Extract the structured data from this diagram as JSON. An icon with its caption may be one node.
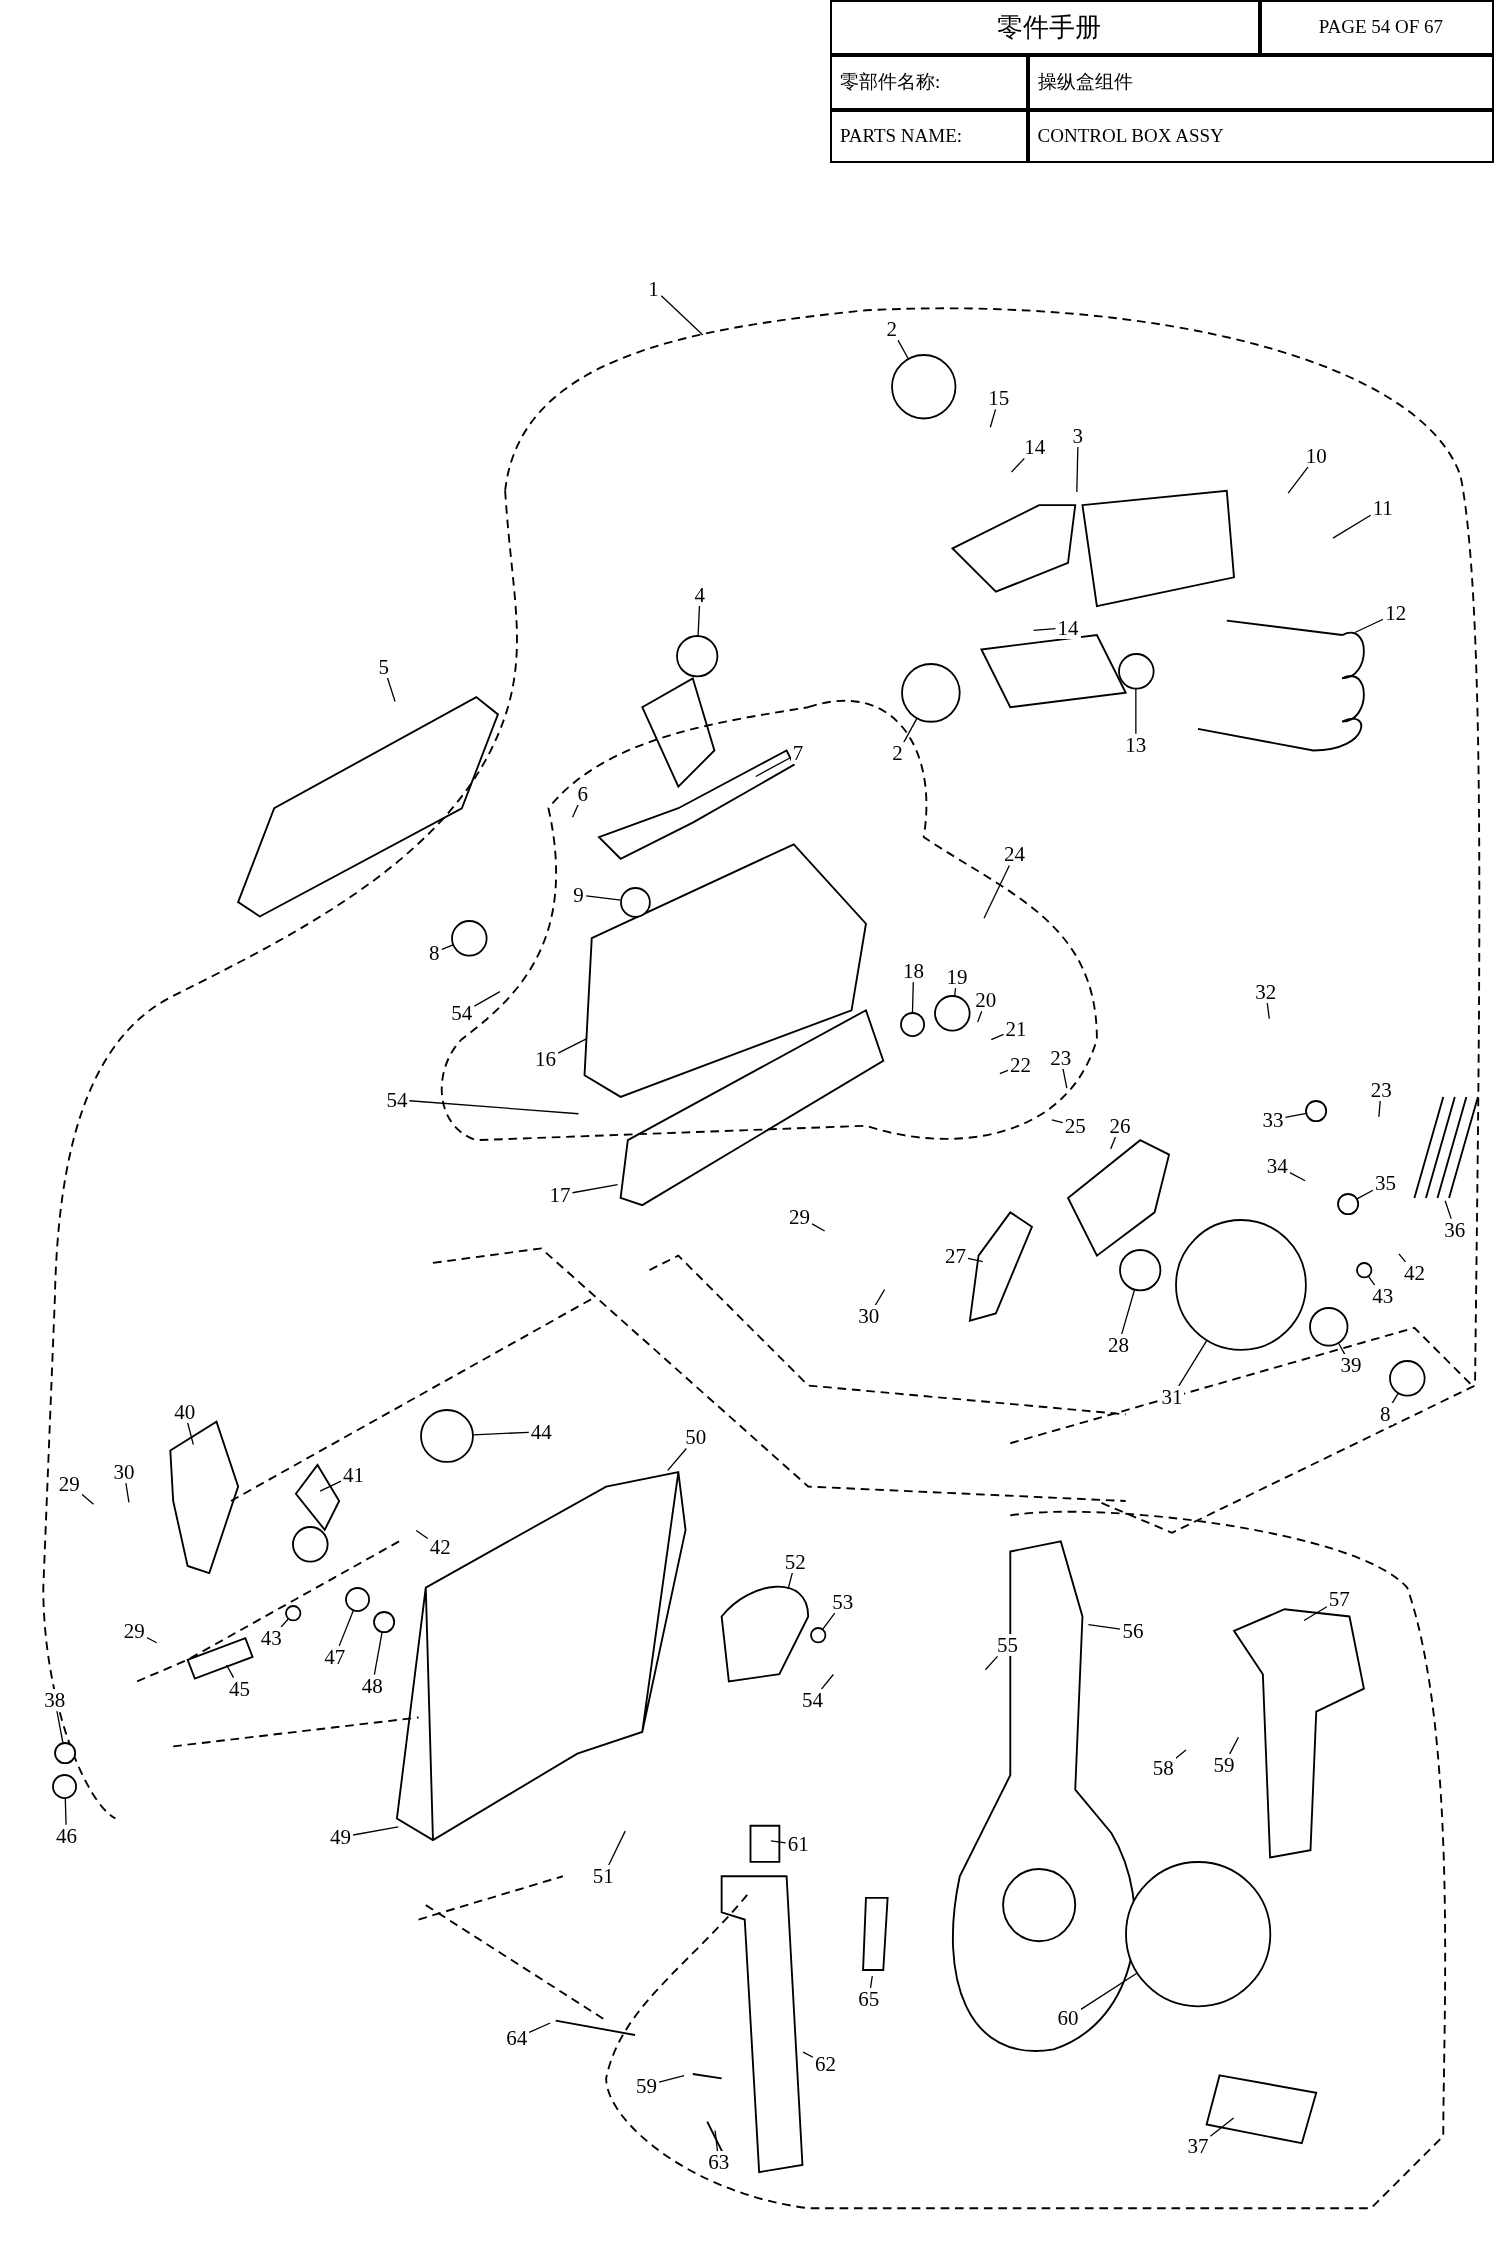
{
  "diagram": {
    "nodes": [
      {
        "text": [
          "1"
        ]
      },
      {
        "text": [
          "2"
        ]
      },
      {
        "text": [
          "15"
        ]
      },
      {
        "text": [
          "14"
        ]
      },
      {
        "text": [
          "3"
        ]
      },
      {
        "text": [
          "10"
        ]
      },
      {
        "text": [
          "11"
        ]
      },
      {
        "text": [
          "4"
        ]
      },
      {
        "text": [
          "14"
        ]
      },
      {
        "text": [
          "12"
        ]
      },
      {
        "text": [
          "2"
        ]
      },
      {
        "text": [
          "13"
        ]
      },
      {
        "text": [
          "5"
        ]
      },
      {
        "text": [
          "7"
        ]
      },
      {
        "text": [
          "6"
        ]
      },
      {
        "text": [
          "24"
        ]
      },
      {
        "text": [
          "9"
        ]
      },
      {
        "text": [
          "8"
        ]
      },
      {
        "text": [
          "54"
        ]
      },
      {
        "text": [
          "18"
        ]
      },
      {
        "text": [
          "19"
        ]
      },
      {
        "text": [
          "20"
        ]
      },
      {
        "text": [
          "21"
        ]
      },
      {
        "text": [
          "22"
        ]
      },
      {
        "text": [
          "23"
        ]
      },
      {
        "text": [
          "16"
        ]
      },
      {
        "text": [
          "54"
        ]
      },
      {
        "text": [
          "25"
        ]
      },
      {
        "text": [
          "26"
        ]
      },
      {
        "text": [
          "32"
        ]
      },
      {
        "text": [
          "23"
        ]
      },
      {
        "text": [
          "33"
        ]
      },
      {
        "text": [
          "34"
        ]
      },
      {
        "text": [
          "35"
        ]
      },
      {
        "text": [
          "36"
        ]
      },
      {
        "text": [
          "17"
        ]
      },
      {
        "text": [
          "29"
        ]
      },
      {
        "text": [
          "27"
        ]
      },
      {
        "text": [
          "42"
        ]
      },
      {
        "text": [
          "43"
        ]
      },
      {
        "text": [
          "30"
        ]
      },
      {
        "text": [
          "28"
        ]
      },
      {
        "text": [
          "39"
        ]
      },
      {
        "text": [
          "31"
        ]
      },
      {
        "text": [
          "8"
        ]
      },
      {
        "text": [
          "40"
        ]
      },
      {
        "text": [
          "44"
        ]
      },
      {
        "text": [
          "50"
        ]
      },
      {
        "text": [
          "29"
        ]
      },
      {
        "text": [
          "30"
        ]
      },
      {
        "text": [
          "41"
        ]
      },
      {
        "text": [
          "42"
        ]
      },
      {
        "text": [
          "52"
        ]
      },
      {
        "text": [
          "53"
        ]
      },
      {
        "text": [
          "57"
        ]
      },
      {
        "text": [
          "56"
        ]
      },
      {
        "text": [
          "55"
        ]
      },
      {
        "text": [
          "29"
        ]
      },
      {
        "text": [
          "43"
        ]
      },
      {
        "text": [
          "47"
        ]
      },
      {
        "text": [
          "45"
        ]
      },
      {
        "text": [
          "48"
        ]
      },
      {
        "text": [
          "54"
        ]
      },
      {
        "text": [
          "58"
        ]
      },
      {
        "text": [
          "59"
        ]
      },
      {
        "text": [
          "38"
        ]
      },
      {
        "text": [
          "46"
        ]
      },
      {
        "text": [
          "49"
        ]
      },
      {
        "text": [
          "51"
        ]
      },
      {
        "text": [
          "61"
        ]
      },
      {
        "text": [
          "65"
        ]
      },
      {
        "text": [
          "60"
        ]
      },
      {
        "text": [
          "64"
        ]
      },
      {
        "text": [
          "62"
        ]
      },
      {
        "text": [
          "59"
        ]
      },
      {
        "text": [
          "37"
        ]
      },
      {
        "text": [
          "63"
        ]
      },
      {
        "text": [],
        "shape": "circle"
      },
      {
        "text": [],
        "shape": "circle"
      },
      {
        "text": [],
        "shape": "circle"
      },
      {
        "text": [],
        "shape": "circle"
      },
      {
        "text": [],
        "shape": "circle"
      },
      {
        "text": [],
        "shape": "circle"
      },
      {
        "text": [],
        "shape": "circle"
      },
      {
        "text": [],
        "shape": "circle"
      },
      {
        "text": [],
        "shape": "circle"
      },
      {
        "text": [],
        "shape": "circle"
      },
      {
        "text": [],
        "shape": "circle"
      },
      {
        "text": [],
        "shape": "circle"
      },
      {
        "text": [],
        "shape": "circle"
      },
      {
        "text": [],
        "shape": "circle"
      },
      {
        "text": [],
        "shape": "circle"
      },
      {
        "text": [],
        "shape": "circle"
      },
      {
        "text": [],
        "shape": "circle"
      },
      {
        "text": [],
        "shape": "circle"
      },
      {
        "text": [],
        "shape": "circle"
      },
      {
        "text": [],
        "shape": "circle"
      },
      {
        "text": [],
        "shape": "circle"
      },
      {
        "text": [],
        "shape": "circle"
      },
      {
        "text": [],
        "shape": "circle"
      }
    ],
    "edges": [
      {
        "from": 0,
        "to": null,
        "arrow": "none"
      },
      {
        "from": 1,
        "to": 77,
        "arrow": "none"
      },
      {
        "from": 2,
        "to": null,
        "arrow": "none"
      },
      {
        "from": 3,
        "to": null,
        "arrow": "none"
      },
      {
        "from": 4,
        "to": null,
        "arrow": "none"
      },
      {
        "from": 5,
        "to": null,
        "arrow": "none"
      },
      {
        "from": 6,
        "to": null,
        "arrow": "none"
      },
      {
        "from": 7,
        "to": 78,
        "arrow": "none"
      },
      {
        "from": 8,
        "to": null,
        "arrow": "none"
      },
      {
        "from": 9,
        "to": null,
        "arrow": "none"
      },
      {
        "from": 10,
        "to": 79,
        "arrow": "none"
      },
      {
        "from": 11,
        "to": 80,
        "arrow": "none"
      },
      {
        "from": 12,
        "to": null,
        "arrow": "none"
      },
      {
        "from": 13,
        "to": null,
        "arrow": "none"
      },
      {
        "from": 14,
        "to": null,
        "arrow": "none"
      },
      {
        "from": 15,
        "to": null,
        "arrow": "none"
      },
      {
        "from": 16,
        "to": 81,
        "arrow": "none"
      },
      {
        "from": 17,
        "to": 82,
        "arrow": "none"
      },
      {
        "from": 18,
        "to": null,
        "arrow": "none"
      },
      {
        "from": 19,
        "to": 83,
        "arrow": "none"
      },
      {
        "from": 20,
        "to": 84,
        "arrow": "none"
      },
      {
        "from": 21,
        "to": null,
        "arrow": "none"
      },
      {
        "from": 22,
        "to": null,
        "arrow": "none"
      },
      {
        "from": 23,
        "to": null,
        "arrow": "none"
      },
      {
        "from": 24,
        "to": null,
        "arrow": "none"
      },
      {
        "from": 25,
        "to": null,
        "arrow": "none"
      },
      {
        "from": 26,
        "to": null,
        "arrow": "none"
      },
      {
        "from": 27,
        "to": null,
        "arrow": "none"
      },
      {
        "from": 28,
        "to": null,
        "arrow": "none"
      },
      {
        "from": 29,
        "to": null,
        "arrow": "none"
      },
      {
        "from": 30,
        "to": null,
        "arrow": "none"
      },
      {
        "from": 31,
        "to": 85,
        "arrow": "none"
      },
      {
        "from": 32,
        "to": null,
        "arrow": "none"
      },
      {
        "from": 33,
        "to": 86,
        "arrow": "none"
      },
      {
        "from": 34,
        "to": null,
        "arrow": "none"
      },
      {
        "from": 35,
        "to": null,
        "arrow": "none"
      },
      {
        "from": 36,
        "to": null,
        "arrow": "none"
      },
      {
        "from": 37,
        "to": null,
        "arrow": "none"
      },
      {
        "from": 38,
        "to": null,
        "arrow": "none"
      },
      {
        "from": 39,
        "to": 87,
        "arrow": "none"
      },
      {
        "from": 40,
        "to": null,
        "arrow": "none"
      },
      {
        "from": 41,
        "to": 88,
        "arrow": "none"
      },
      {
        "from": 42,
        "to": 89,
        "arrow": "none"
      },
      {
        "from": 43,
        "to": 90,
        "arrow": "none"
      },
      {
        "from": 44,
        "to": 91,
        "arrow": "none"
      },
      {
        "from": 45,
        "to": null,
        "arrow": "none"
      },
      {
        "from": 46,
        "to": 92,
        "arrow": "none"
      },
      {
        "from": 47,
        "to": null,
        "arrow": "none"
      },
      {
        "from": 48,
        "to": null,
        "arrow": "none"
      },
      {
        "from": 49,
        "to": null,
        "arrow": "none"
      },
      {
        "from": 50,
        "to": null,
        "arrow": "none"
      },
      {
        "from": 51,
        "to": null,
        "arrow": "none"
      },
      {
        "from": 52,
        "to": null,
        "arrow": "none"
      },
      {
        "from": 53,
        "to": 96,
        "arrow": "none"
      },
      {
        "from": 54,
        "to": null,
        "arrow": "none"
      },
      {
        "from": 55,
        "to": null,
        "arrow": "none"
      },
      {
        "from": 56,
        "to": null,
        "arrow": "none"
      },
      {
        "from": 57,
        "to": null,
        "arrow": "none"
      },
      {
        "from": 58,
        "to": 93,
        "arrow": "none"
      },
      {
        "from": 59,
        "to": 94,
        "arrow": "none"
      },
      {
        "from": 60,
        "to": null,
        "arrow": "none"
      },
      {
        "from": 61,
        "to": 95,
        "arrow": "none"
      },
      {
        "from": 62,
        "to": null,
        "arrow": "none"
      },
      {
        "from": 63,
        "to": null,
        "arrow": "none"
      },
      {
        "from": 64,
        "to": null,
        "arrow": "none"
      },
      {
        "from": 65,
        "to": 97,
        "arrow": "none"
      },
      {
        "from": 66,
        "to": 98,
        "arrow": "none"
      },
      {
        "from": 67,
        "to": null,
        "arrow": "none"
      },
      {
        "from": 68,
        "to": null,
        "arrow": "none"
      },
      {
        "from": 69,
        "to": null,
        "arrow": "none"
      },
      {
        "from": 70,
        "to": null,
        "arrow": "none"
      },
      {
        "from": 71,
        "to": 99,
        "arrow": "none"
      },
      {
        "from": 72,
        "to": null,
        "arrow": "none"
      },
      {
        "from": 73,
        "to": null,
        "arrow": "none"
      },
      {
        "from": 74,
        "to": null,
        "arrow": "none"
      },
      {
        "from": 75,
        "to": null,
        "arrow": "none"
      },
      {
        "from": 76,
        "to": null,
        "arrow": "none"
      }
    ],
    "labels": [
      "零件手册",
      "PAGE 54 OF 67",
      "零部件名称:",
      "操纵盒组件",
      "PARTS NAME:",
      "CONTROL BOX ASSY"
    ]
  }
}
